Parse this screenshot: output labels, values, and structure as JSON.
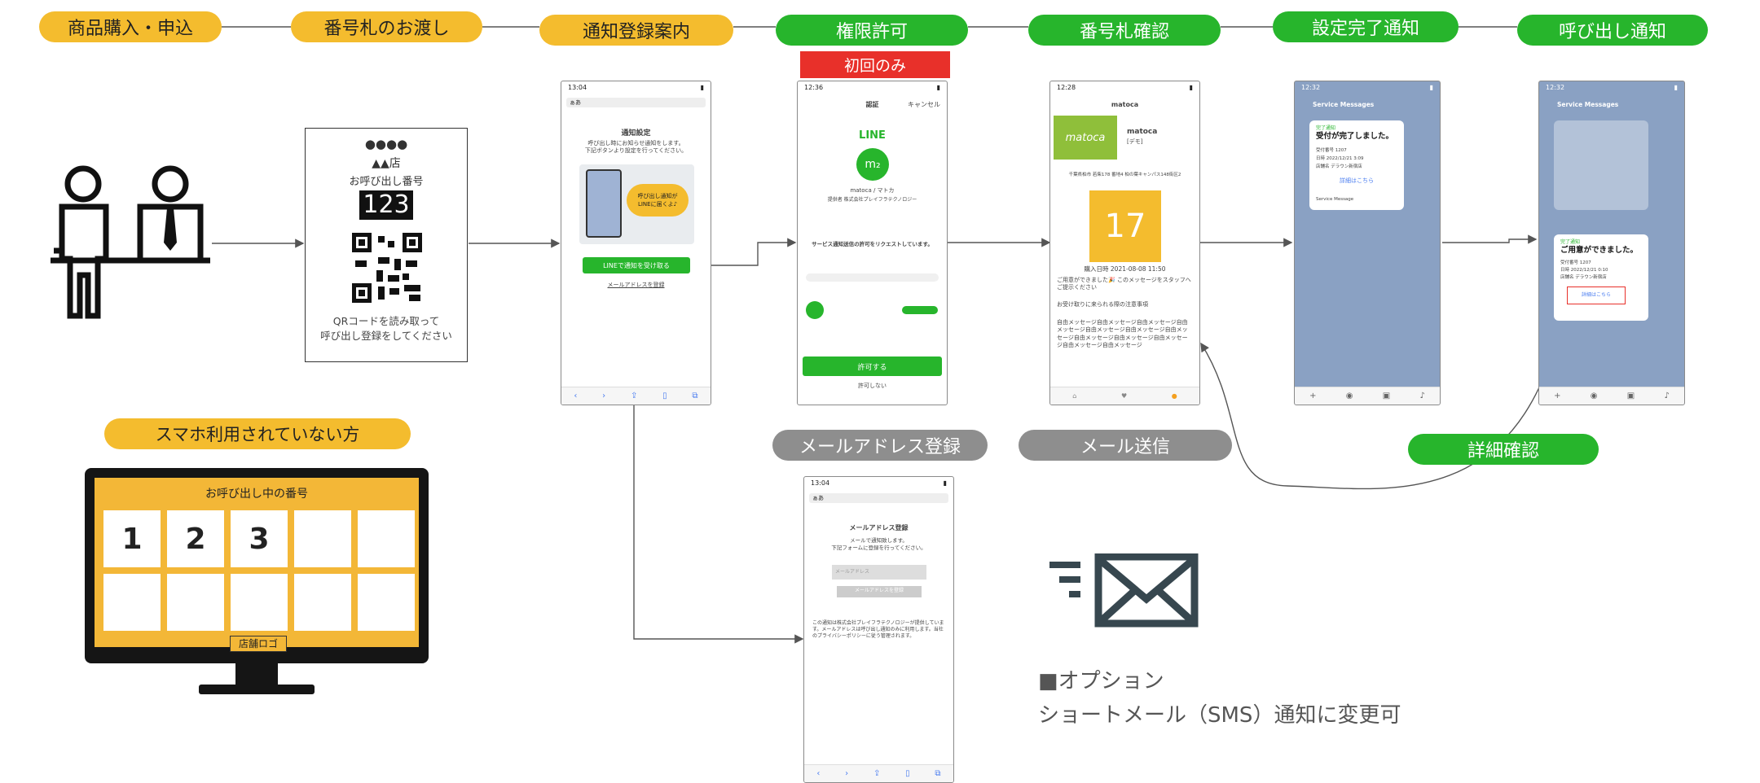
{
  "steps": [
    {
      "label": "商品購入・申込"
    },
    {
      "label": "番号札のお渡し"
    },
    {
      "label": "通知登録案内"
    },
    {
      "label": "権限許可"
    },
    {
      "label": "番号札確認"
    },
    {
      "label": "設定完了通知"
    },
    {
      "label": "呼び出し通知"
    }
  ],
  "first_time_tag": "初回のみ",
  "mail_register_label": "メールアドレス登録",
  "mail_send_label": "メール送信",
  "detail_label": "詳細確認",
  "no_phone_label": "スマホ利用されていない方",
  "ticket": {
    "dots": "●●●●",
    "store": "▲▲店",
    "caption": "お呼び出し番号",
    "number": "123",
    "instruction": "QRコードを読み取って\n呼び出し登録をしてください"
  },
  "monitor": {
    "title": "お呼び出し中の番号",
    "numbers": [
      "1",
      "2",
      "3"
    ],
    "logo": "店舗ロゴ"
  },
  "option": {
    "line1": "■オプション",
    "line2": "ショートメール（SMS）通知に変更可"
  },
  "phone_notify": {
    "time": "13:04",
    "url": "ぁあ",
    "title": "通知設定",
    "desc": "呼び出し時にお知らせ通知をします。\n下記ボタンより設定を行ってください。",
    "bubble": "呼び出し通知が\nLINEに届くよ♪",
    "line_button": "LINEで通知を受け取る",
    "mail_link": "メールアドレスを登録"
  },
  "phone_line": {
    "time": "12:36",
    "head": "認証",
    "cancel": "キャンセル",
    "logo": "LINE",
    "name": "matoca / マトカ",
    "provider": "提供者 株式会社プレイフラテクノロジー",
    "consent": "サービス通知送信の許可をリクエストしています。",
    "allow": "許可する",
    "deny": "許可しない"
  },
  "phone_ticket": {
    "time": "12:28",
    "title": "matoca",
    "shop": "matoca",
    "shop_sub": "[デモ]",
    "address": "千葉県柏市 若柴178 番地4 柏の葉キャンパス148街区2",
    "number": "17",
    "date": "購入日時 2021-08-08 11:50",
    "msg": "ご用意ができました🎉 このメッセージをスタッフへご提示ください",
    "note_title": "お受け取りに来られる際の注意事項",
    "note": "自由メッセージ自由メッセージ自由メッセージ自由メッセージ自由メッセージ自由メッセージ自由メッセージ自由メッセージ自由メッセージ自由メッセージ自由メッセージ自由メッセージ"
  },
  "phone_done": {
    "time": "12:32",
    "header": "Service Messages",
    "label": "完了通知",
    "title": "受付が完了しました。",
    "rows": [
      "受付番号  1207",
      "日時  2022/12/21 3:09",
      "店舗名  デラウン新宿店"
    ],
    "link": "詳細はこちら",
    "footer": "Service Message"
  },
  "phone_call": {
    "time": "12:32",
    "header": "Service Messages",
    "label": "完了通知",
    "title": "ご用意ができました。",
    "rows": [
      "受付番号  1207",
      "日時  2022/12/21 0:10",
      "店舗名  デラウン新宿店"
    ],
    "link": "詳細はこちら"
  },
  "phone_mail": {
    "time": "13:04",
    "url": "ぁあ",
    "title": "メールアドレス登録",
    "desc": "メールで通知致します。\n下記フォームに登録を行ってください。",
    "placeholder": "メールアドレス",
    "submit": "メールアドレスを登録",
    "policy": "この通知は株式会社プレイフラテクノロジーが提供しています。メールアドレスは呼び出し通知のみに利用します。当社のプライバシーポリシーに従う管理されます。"
  },
  "colors": {
    "yellow": "#f4bc2e",
    "green": "#27b52c",
    "gray": "#8e8e8e",
    "red": "#e8302a"
  }
}
